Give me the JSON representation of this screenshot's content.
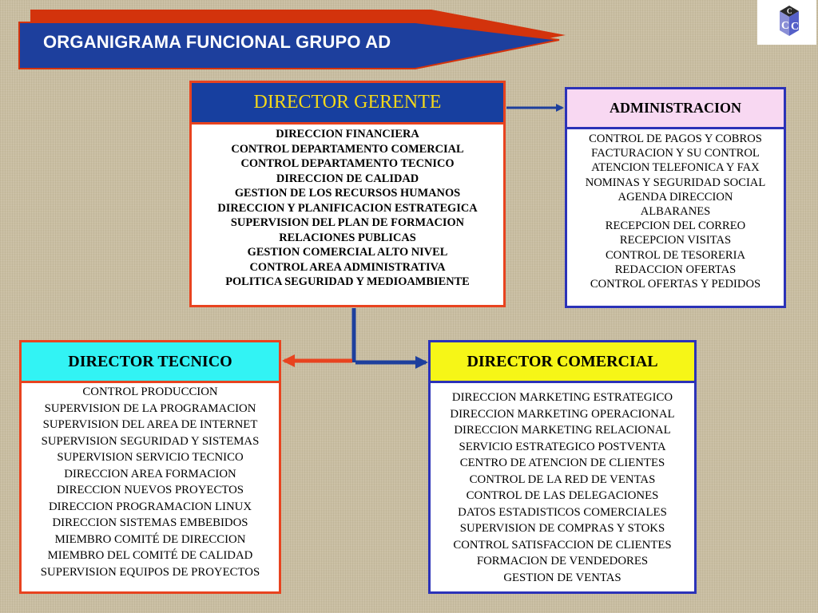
{
  "title": "ORGANIGRAMA  FUNCIONAL GRUPO AD",
  "logo": {
    "icon": "cube-c-logo-icon",
    "letter": "C"
  },
  "colors": {
    "banner_red": "#d3330c",
    "banner_blue": "#1d3f9d",
    "gerente_header": "#173f9f",
    "gerente_title": "#f4d81a",
    "admin_header": "#f8d8f2",
    "tecnico_header": "#32f3f4",
    "comercial_header": "#f6f617",
    "orange_border": "#e8431f",
    "blue_border": "#2b32b8"
  },
  "gerente": {
    "title": "DIRECTOR GERENTE",
    "items": [
      "DIRECCION FINANCIERA",
      "CONTROL DEPARTAMENTO COMERCIAL",
      "CONTROL DEPARTAMENTO TECNICO",
      "DIRECCION DE CALIDAD",
      "GESTION DE LOS RECURSOS HUMANOS",
      "DIRECCION Y PLANIFICACION ESTRATEGICA",
      "SUPERVISION DEL PLAN DE FORMACION",
      "RELACIONES PUBLICAS",
      "GESTION COMERCIAL ALTO NIVEL",
      "CONTROL AREA ADMINISTRATIVA",
      "POLITICA SEGURIDAD Y MEDIOAMBIENTE"
    ]
  },
  "admin": {
    "title": "ADMINISTRACION",
    "items": [
      "CONTROL DE PAGOS Y COBROS",
      "FACTURACION Y SU CONTROL",
      "ATENCION TELEFONICA Y FAX",
      "NOMINAS Y SEGURIDAD SOCIAL",
      "AGENDA DIRECCION",
      "ALBARANES",
      "RECEPCION DEL CORREO",
      "RECEPCION VISITAS",
      "CONTROL DE TESORERIA",
      "REDACCION OFERTAS",
      "CONTROL OFERTAS Y PEDIDOS"
    ]
  },
  "tecnico": {
    "title": "DIRECTOR TECNICO",
    "items": [
      "CONTROL PRODUCCION",
      "SUPERVISION DE LA PROGRAMACION",
      "SUPERVISION DEL AREA DE INTERNET",
      "SUPERVISION SEGURIDAD Y SISTEMAS",
      "SUPERVISION SERVICIO TECNICO",
      "DIRECCION AREA FORMACION",
      "DIRECCION NUEVOS PROYECTOS",
      "DIRECCION PROGRAMACION LINUX",
      "DIRECCION SISTEMAS EMBEBIDOS",
      "MIEMBRO COMITÉ DE DIRECCION",
      "MIEMBRO DEL COMITÉ DE CALIDAD",
      "SUPERVISION EQUIPOS DE PROYECTOS"
    ]
  },
  "comercial": {
    "title": "DIRECTOR COMERCIAL",
    "items": [
      "DIRECCION MARKETING ESTRATEGICO",
      "DIRECCION MARKETING OPERACIONAL",
      "DIRECCION MARKETING RELACIONAL",
      "SERVICIO ESTRATEGICO POSTVENTA",
      "CENTRO DE ATENCION DE CLIENTES",
      "CONTROL DE LA RED DE VENTAS",
      "CONTROL DE LAS DELEGACIONES",
      "DATOS ESTADISTICOS COMERCIALES",
      "SUPERVISION DE COMPRAS Y STOKS",
      "CONTROL SATISFACCION DE CLIENTES",
      "FORMACION DE VENDEDORES",
      "GESTION DE VENTAS"
    ]
  }
}
